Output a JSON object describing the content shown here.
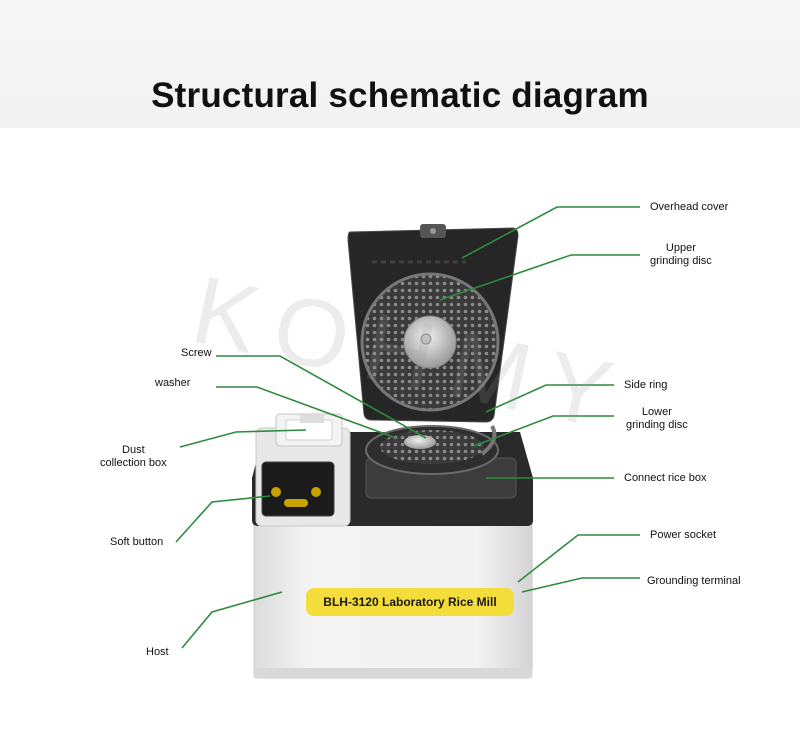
{
  "title": "Structural schematic diagram",
  "product_label": "BLH-3120 Laboratory Rice Mill",
  "watermark": "KOHMY",
  "accent_color": "#2e8b3e",
  "labels": {
    "overhead_cover": "Overhead cover",
    "upper_grinding_disc": [
      "Upper",
      "grinding disc"
    ],
    "side_ring": "Side ring",
    "lower_grinding_disc": [
      "Lower",
      "grinding disc"
    ],
    "connect_rice_box": "Connect rice box",
    "power_socket": "Power socket",
    "grounding_terminal": "Grounding terminal",
    "screw": "Screw",
    "washer": "washer",
    "dust_collection_box": [
      "Dust",
      "collection box"
    ],
    "soft_button": "Soft button",
    "host": "Host"
  }
}
